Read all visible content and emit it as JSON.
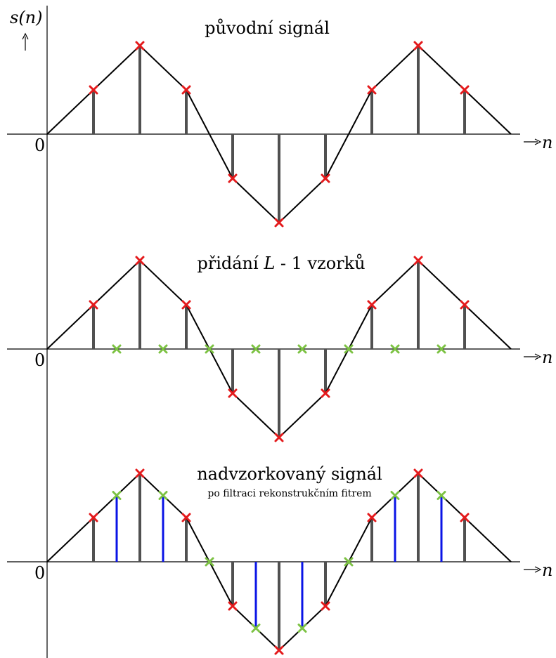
{
  "figure": {
    "y_axis_label": "s(n)",
    "x_axis_label": "n",
    "origin_label": "0",
    "colors": {
      "original_sample": "#e41a1c",
      "inserted_sample": "#7cc243",
      "stem": "#505050",
      "interpolated_stem": "#0a14e6",
      "signal_line": "#000000"
    }
  },
  "panels": [
    {
      "title": "původní signál",
      "subtitle": "",
      "original_samples": [
        {
          "n": 0,
          "value": 0
        },
        {
          "n": 1,
          "value": 0.5
        },
        {
          "n": 2,
          "value": 1
        },
        {
          "n": 3,
          "value": 0.5
        },
        {
          "n": 4,
          "value": -0.5
        },
        {
          "n": 5,
          "value": -1
        },
        {
          "n": 6,
          "value": -0.5
        },
        {
          "n": 7,
          "value": 0.5
        },
        {
          "n": 8,
          "value": 1
        },
        {
          "n": 9,
          "value": 0.5
        }
      ],
      "inserted_samples": [],
      "interpolated_samples": []
    },
    {
      "title_parts": [
        "přidání ",
        "L",
        " - 1 vzorků"
      ],
      "subtitle": "",
      "original_samples": [
        {
          "n": 0,
          "value": 0
        },
        {
          "n": 1,
          "value": 0.5
        },
        {
          "n": 2,
          "value": 1
        },
        {
          "n": 3,
          "value": 0.5
        },
        {
          "n": 4,
          "value": -0.5
        },
        {
          "n": 5,
          "value": -1
        },
        {
          "n": 6,
          "value": -0.5
        },
        {
          "n": 7,
          "value": 0.5
        },
        {
          "n": 8,
          "value": 1
        },
        {
          "n": 9,
          "value": 0.5
        }
      ],
      "inserted_samples": [
        {
          "n": 1.5,
          "value": 0
        },
        {
          "n": 2.5,
          "value": 0
        },
        {
          "n": 3.5,
          "value": 0
        },
        {
          "n": 4.5,
          "value": 0
        },
        {
          "n": 5.5,
          "value": 0
        },
        {
          "n": 6.5,
          "value": 0
        },
        {
          "n": 7.5,
          "value": 0
        },
        {
          "n": 8.5,
          "value": 0
        }
      ],
      "interpolated_samples": []
    },
    {
      "title": "nadvzorkovaný signál",
      "subtitle": "po filtraci rekonstrukčním fitrem",
      "original_samples": [
        {
          "n": 0,
          "value": 0
        },
        {
          "n": 1,
          "value": 0.5
        },
        {
          "n": 2,
          "value": 1
        },
        {
          "n": 3,
          "value": 0.5
        },
        {
          "n": 4,
          "value": -0.5
        },
        {
          "n": 5,
          "value": -1
        },
        {
          "n": 6,
          "value": -0.5
        },
        {
          "n": 7,
          "value": 0.5
        },
        {
          "n": 8,
          "value": 1
        },
        {
          "n": 9,
          "value": 0.5
        }
      ],
      "inserted_samples": [],
      "interpolated_samples": [
        {
          "n": 1.5,
          "value": 0.75
        },
        {
          "n": 2.5,
          "value": 0.75
        },
        {
          "n": 3.5,
          "value": 0
        },
        {
          "n": 4.5,
          "value": -0.75
        },
        {
          "n": 5.5,
          "value": -0.75
        },
        {
          "n": 6.5,
          "value": 0
        },
        {
          "n": 7.5,
          "value": 0.75
        },
        {
          "n": 8.5,
          "value": 0.75
        }
      ]
    }
  ]
}
